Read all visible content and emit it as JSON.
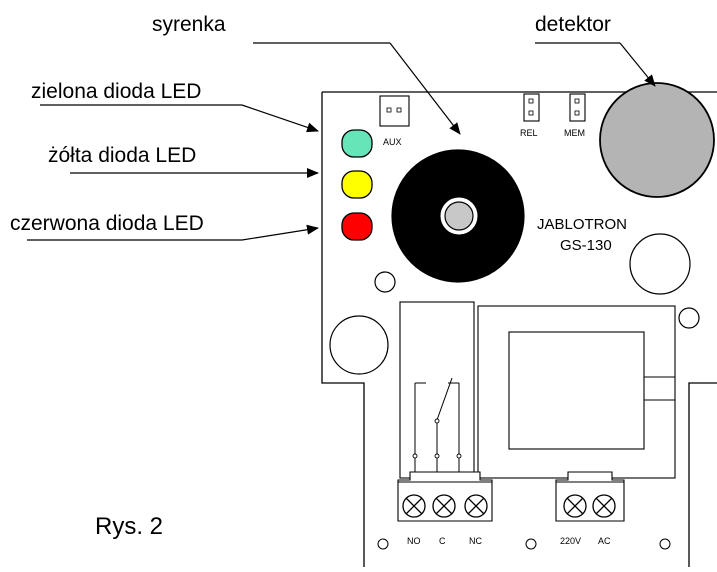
{
  "labels": {
    "syrenka": "syrenka",
    "detektor": "detektor",
    "green_led": "zielona dioda LED",
    "yellow_led": "żółta dioda LED",
    "red_led": "czerwona dioda LED"
  },
  "board": {
    "aux": "AUX",
    "rel": "REL",
    "mem": "MEM",
    "brand": "JABLOTRON",
    "model": "GS-130",
    "terminals": {
      "no": "NO",
      "c": "C",
      "nc": "NC",
      "v220": "220V",
      "ac": "AC"
    }
  },
  "caption": "Rys. 2",
  "colors": {
    "led_green": "#66e6b8",
    "led_yellow": "#ffff00",
    "led_red": "#ff0000",
    "siren": "#000000",
    "detector": "#b4b4b4"
  }
}
